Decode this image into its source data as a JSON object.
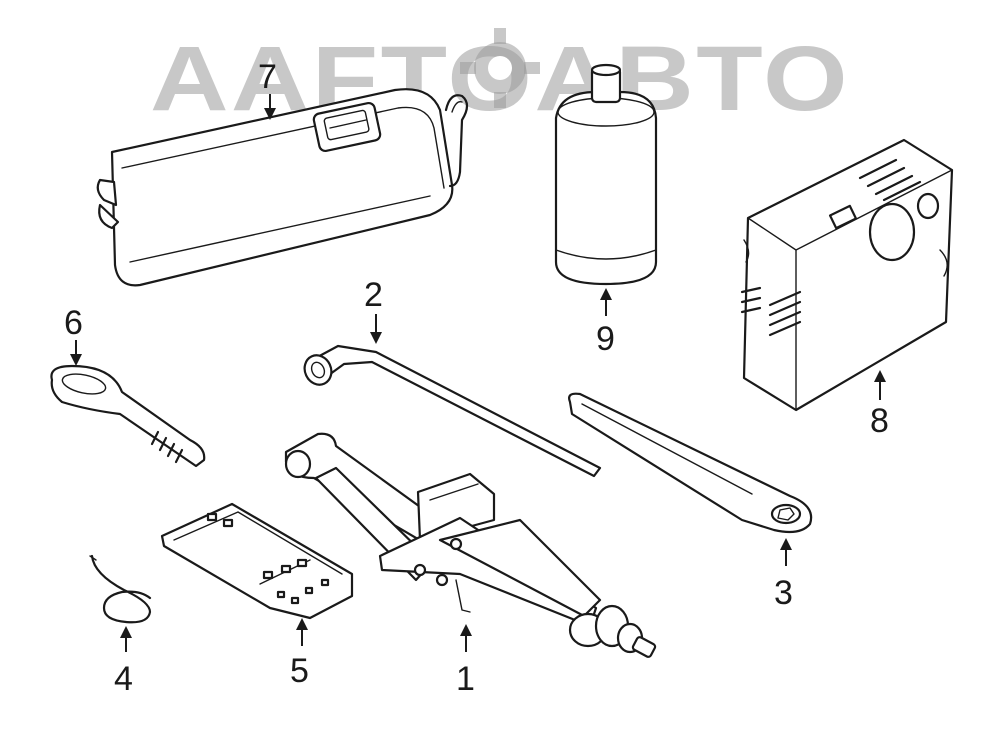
{
  "watermark": {
    "text": "AAFTOABTO",
    "color": "#9a9a9a"
  },
  "callouts": [
    {
      "id": "1",
      "label": "1",
      "part": "scissor-jack"
    },
    {
      "id": "2",
      "label": "2",
      "part": "lug-wrench"
    },
    {
      "id": "3",
      "label": "3",
      "part": "jack-handle"
    },
    {
      "id": "4",
      "label": "4",
      "part": "wire-clip"
    },
    {
      "id": "5",
      "label": "5",
      "part": "mounting-bracket"
    },
    {
      "id": "6",
      "label": "6",
      "part": "tow-eye"
    },
    {
      "id": "7",
      "label": "7",
      "part": "tool-case"
    },
    {
      "id": "8",
      "label": "8",
      "part": "air-compressor"
    },
    {
      "id": "9",
      "label": "9",
      "part": "sealant-bottle"
    }
  ],
  "colors": {
    "line": "#1a1a1a",
    "background": "#ffffff"
  }
}
